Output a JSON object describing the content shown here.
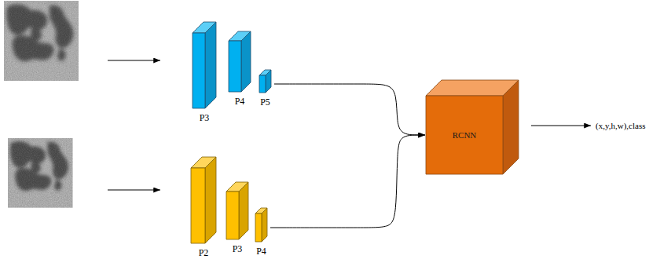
{
  "diagram": {
    "nodes": [
      {
        "text": [
          "P3"
        ]
      },
      {
        "text": [
          "P4"
        ]
      },
      {
        "text": [
          "P5"
        ]
      },
      {
        "text": [
          "P2"
        ]
      },
      {
        "text": [
          "P3"
        ]
      },
      {
        "text": [
          "P4"
        ]
      },
      {
        "text": [
          "RCNN"
        ]
      }
    ],
    "edges": [
      {
        "from": 2,
        "to": 6,
        "arrow": "to"
      },
      {
        "from": 5,
        "to": 6,
        "arrow": "to"
      }
    ],
    "labels": [
      "(x,y,h,w),class"
    ]
  }
}
